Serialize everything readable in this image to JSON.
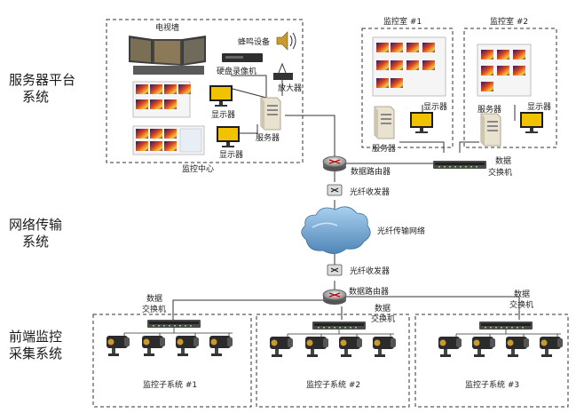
{
  "sections": {
    "server_platform": [
      "服务器平台",
      "系统"
    ],
    "network": [
      "网络传输",
      "系统"
    ],
    "frontend": [
      "前端监控",
      "采集系统"
    ]
  },
  "center": {
    "video_wall": "电视墙",
    "buzzer": "蜂鸣设备",
    "dvr": "硬盘录像机",
    "amplifier": "放大器",
    "monitor_a": "显示器",
    "monitor_b": "显示器",
    "server": "服务器",
    "caption": "监控中心"
  },
  "room1": {
    "title": "监控室 #1",
    "monitor": "显示器",
    "server": "服务器"
  },
  "room2": {
    "title": "监控室 #2",
    "monitor": "显示器",
    "server": "服务器"
  },
  "router_top": "数据路由器",
  "switch_top": [
    "数据",
    "交换机"
  ],
  "transceiver_top": "光纤收发器",
  "network_cloud": "光纤传输网络",
  "transceiver_bottom": "光纤收发器",
  "router_bottom": "数据路由器",
  "subsystems": [
    {
      "switch": [
        "数据",
        "交换机"
      ],
      "caption": "监控子系统 #1"
    },
    {
      "switch": [
        "数据",
        "交换机"
      ],
      "caption": "监控子系统 #2"
    },
    {
      "switch": [
        "数据",
        "交换机"
      ],
      "caption": "监控子系统 #3"
    }
  ],
  "colors": {
    "line": "#333333",
    "cloud": "#7fb0d8",
    "thermal": "#d9421c",
    "monitor_screen": "#f0c200"
  }
}
